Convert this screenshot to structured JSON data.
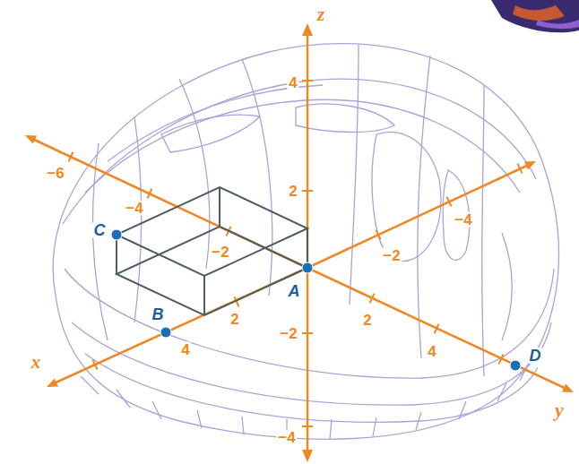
{
  "diagram": {
    "labels": [
      "z",
      "4",
      "2",
      "−2",
      "−4",
      "−6",
      "−4",
      "−2",
      "2",
      "4",
      "x",
      "−4",
      "−2",
      "2",
      "4",
      "y",
      "C",
      "B",
      "A",
      "D"
    ]
  }
}
